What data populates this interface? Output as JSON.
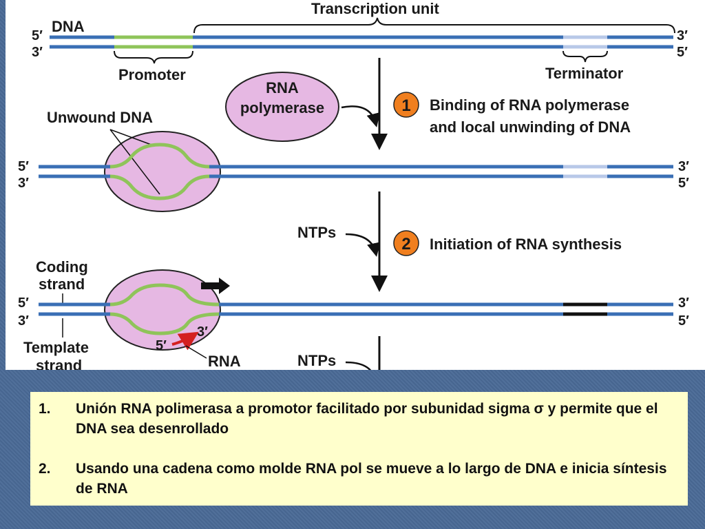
{
  "diagram": {
    "top": {
      "dna": "DNA",
      "transcription_unit": "Transcription unit",
      "five_prime": "5′",
      "three_prime": "3′",
      "promoter": "Promoter",
      "terminator": "Terminator"
    },
    "rna_polymerase": [
      "RNA",
      "polymerase"
    ],
    "step1": {
      "number": "1",
      "line1": "Binding of RNA polymerase",
      "line2": "and local unwinding of DNA",
      "unwound_dna": "Unwound DNA",
      "five_prime": "5′",
      "three_prime": "3′"
    },
    "step2": {
      "number": "2",
      "text": "Initiation of RNA synthesis",
      "ntps": "NTPs",
      "coding_strand": [
        "Coding",
        "strand"
      ],
      "template_strand": [
        "Template",
        "strand"
      ],
      "rna": "RNA",
      "five_prime": "5′",
      "three_prime": "3′"
    },
    "step3_partial": {
      "ntps": "NTPs"
    },
    "colors": {
      "dna_strand": "#3a6fb5",
      "promoter": "#8fc45a",
      "terminator": "#b8c8e8",
      "polymerase": "#e6b8e3",
      "step_circle": "#f07f1f",
      "rna": "#d42020"
    }
  },
  "caption": {
    "items": [
      {
        "number": "1.",
        "text": "Unión RNA polimerasa a promotor facilitado por subunidad sigma σ y permite que el DNA sea desenrollado"
      },
      {
        "number": "2.",
        "text": "Usando una cadena como molde RNA pol se mueve a lo largo de DNA e inicia síntesis de RNA"
      }
    ]
  }
}
